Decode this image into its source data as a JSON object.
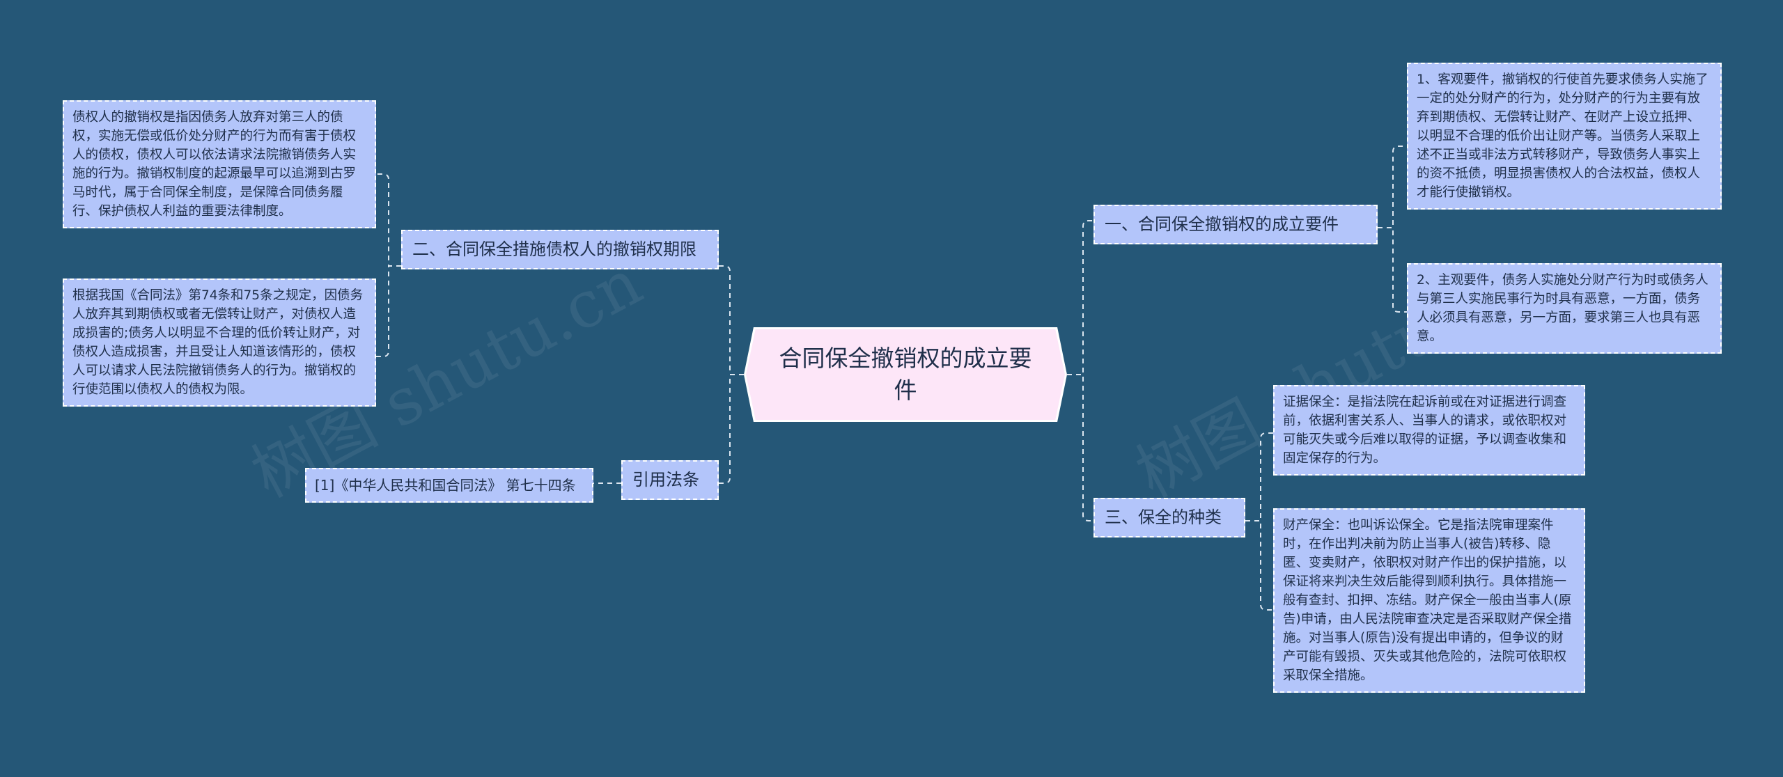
{
  "root": {
    "label": "合同保全撤销权的成立要件"
  },
  "right": [
    {
      "label": "一、合同保全撤销权的成立要件",
      "children": [
        "1、客观要件，撤销权的行使首先要求债务人实施了一定的处分财产的行为，处分财产的行为主要有放弃到期债权、无偿转让财产、在财产上设立抵押、以明显不合理的低价出让财产等。当债务人采取上述不正当或非法方式转移财产，导致债务人事实上的资不抵债，明显损害债权人的合法权益，债权人才能行使撤销权。",
        "2、主观要件，债务人实施处分财产行为时或债务人与第三人实施民事行为时具有恶意，一方面，债务人必须具有恶意，另一方面，要求第三人也具有恶意。"
      ]
    },
    {
      "label": "三、保全的种类",
      "children": [
        "证据保全：是指法院在起诉前或在对证据进行调查前，依据利害关系人、当事人的请求，或依职权对可能灭失或今后难以取得的证据，予以调查收集和固定保存的行为。",
        "财产保全：也叫诉讼保全。它是指法院审理案件时，在作出判决前为防止当事人(被告)转移、隐匿、变卖财产，依职权对财产作出的保护措施，以保证将来判决生效后能得到顺利执行。具体措施一般有查封、扣押、冻结。财产保全一般由当事人(原告)申请，由人民法院审查决定是否采取财产保全措施。对当事人(原告)没有提出申请的，但争议的财产可能有毁损、灭失或其他危险的，法院可依职权采取保全措施。"
      ]
    }
  ],
  "left": [
    {
      "label": "二、合同保全措施债权人的撤销权期限",
      "children": [
        "债权人的撤销权是指因债务人放弃对第三人的债权，实施无偿或低价处分财产的行为而有害于债权人的债权，债权人可以依法请求法院撤销债务人实施的行为。撤销权制度的起源最早可以追溯到古罗马时代，属于合同保全制度，是保障合同债务履行、保护债权人利益的重要法律制度。",
        "根据我国《合同法》第74条和75条之规定，因债务人放弃其到期债权或者无偿转让财产，对债权人造成损害的;债务人以明显不合理的低价转让财产，对债权人造成损害，并且受让人知道该情形的，债权人可以请求人民法院撤销债务人的行为。撤销权的行使范围以债权人的债权为限。"
      ]
    },
    {
      "label": "引用法条",
      "children": [
        "[1]《中华人民共和国合同法》 第七十四条"
      ]
    }
  ],
  "watermark": "树图 shutu.cn",
  "colors": {
    "background": "#255777",
    "node": "#b3c5fa",
    "root": "#fde6f8",
    "line": "#dce6f0"
  }
}
